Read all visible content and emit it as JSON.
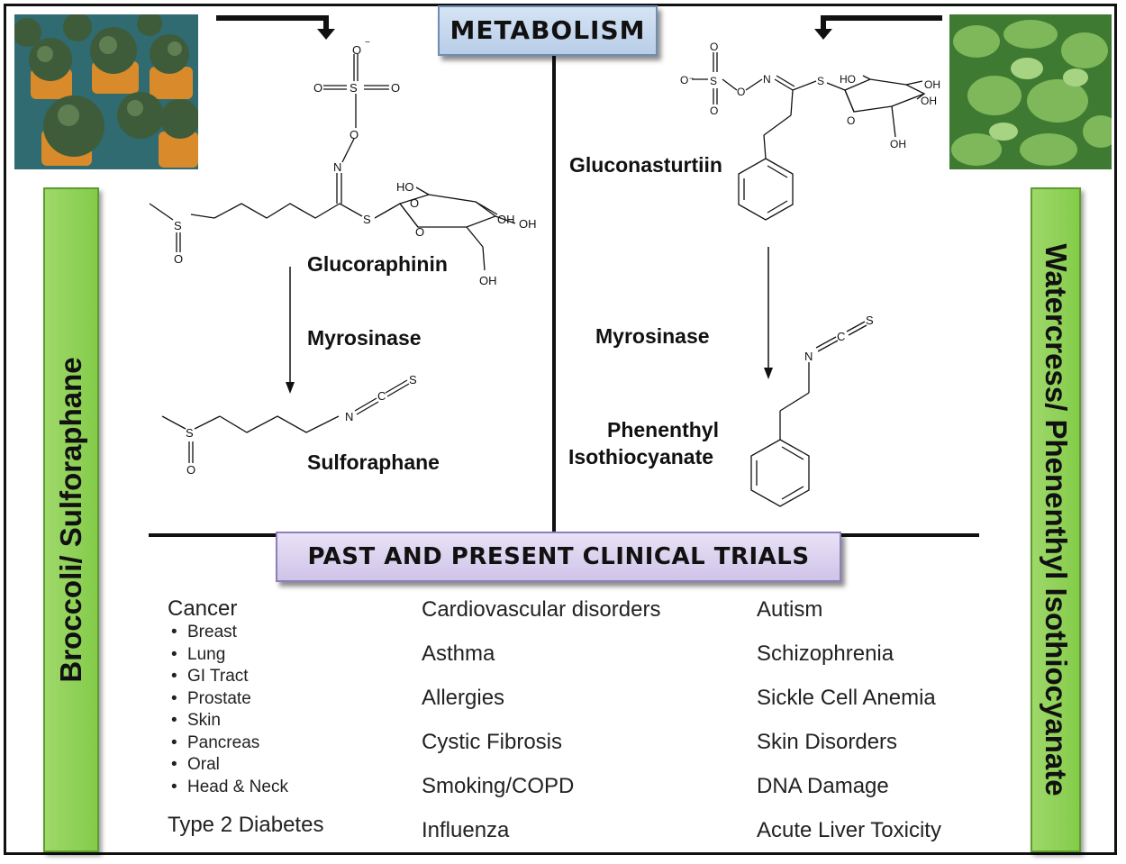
{
  "header": {
    "metabolism": "METABOLISM"
  },
  "left": {
    "bar_label": "Broccoli/ Sulforaphane",
    "precursor": "Glucoraphinin",
    "enzyme": "Myrosinase",
    "product": "Sulforaphane"
  },
  "right": {
    "bar_label": "Watercress/ Phenenthyl Isothiocyanate",
    "precursor": "Gluconasturtiin",
    "enzyme": "Myrosinase",
    "product_line1": "Phenenthyl",
    "product_line2": "Isothiocyanate"
  },
  "atoms": {
    "S": "S",
    "O": "O",
    "N": "N",
    "HO": "HO",
    "OH": "OH",
    "O_minus": "O⁻"
  },
  "trials": {
    "title": "PAST AND PRESENT CLINICAL TRIALS",
    "col1": {
      "cancer": "Cancer",
      "cancer_sub": [
        "Breast",
        "Lung",
        "GI Tract",
        "Prostate",
        "Skin",
        "Pancreas",
        "Oral",
        "Head & Neck"
      ],
      "last": "Type 2 Diabetes"
    },
    "col2": [
      "Cardiovascular disorders",
      "Asthma",
      "Allergies",
      "Cystic Fibrosis",
      "Smoking/COPD",
      "Influenza"
    ],
    "col3": [
      "Autism",
      "Schizophrenia",
      "Sickle Cell Anemia",
      "Skin Disorders",
      "DNA Damage",
      "Acute Liver Toxicity"
    ]
  },
  "colors": {
    "green_bar": "#8ed15a",
    "metabolism_box": "#c5d7ee",
    "trials_box": "#ddd3f0"
  },
  "images": {
    "left_photo": "broccoli-photo",
    "right_photo": "watercress-photo"
  }
}
